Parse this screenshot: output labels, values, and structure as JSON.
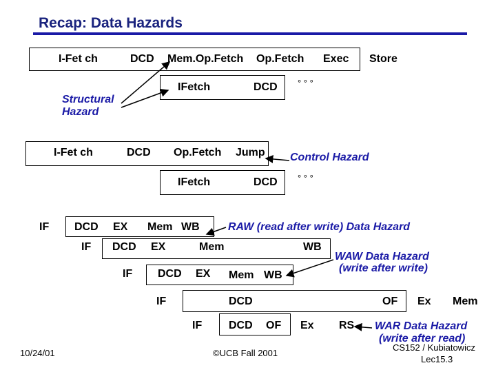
{
  "title": "Recap: Data Hazards",
  "structural": {
    "row1": [
      "I-Fet ch",
      "DCD",
      "Mem.Op.Fetch",
      "Op.Fetch",
      "Exec",
      "Store"
    ],
    "row2": [
      "IFetch",
      "DCD",
      "° ° °"
    ],
    "label_line1": "Structural",
    "label_line2": "Hazard"
  },
  "control": {
    "row1": [
      "I-Fet ch",
      "DCD",
      "Op.Fetch",
      "Jump"
    ],
    "row2": [
      "IFetch",
      "DCD",
      "° ° °"
    ],
    "label": "Control Hazard"
  },
  "data_hazards": {
    "row1": [
      "IF",
      "DCD",
      "EX",
      "Mem",
      "WB"
    ],
    "row2": [
      "IF",
      "DCD",
      "EX",
      "Mem",
      "WB"
    ],
    "row3": [
      "IF",
      "DCD",
      "EX",
      "Mem",
      "WB"
    ],
    "row4": [
      "IF",
      "DCD",
      "OF",
      "Ex",
      "Mem"
    ],
    "row5": [
      "IF",
      "DCD",
      "OF",
      "Ex",
      "RS"
    ],
    "raw_label": "RAW (read after write) Data Hazard",
    "waw_line1": "WAW Data Hazard",
    "waw_line2": "(write after write)",
    "war_line1": "WAR Data Hazard",
    "war_line2": "(write after read)"
  },
  "footer": {
    "date": "10/24/01",
    "copyright": "©UCB Fall 2001",
    "course": "CS152 / Kubiatowicz",
    "lecture": "Lec15.3"
  },
  "colors": {
    "title": "#1a237e",
    "annotation": "#1a1aa6",
    "rule": "#1a1aa6"
  }
}
